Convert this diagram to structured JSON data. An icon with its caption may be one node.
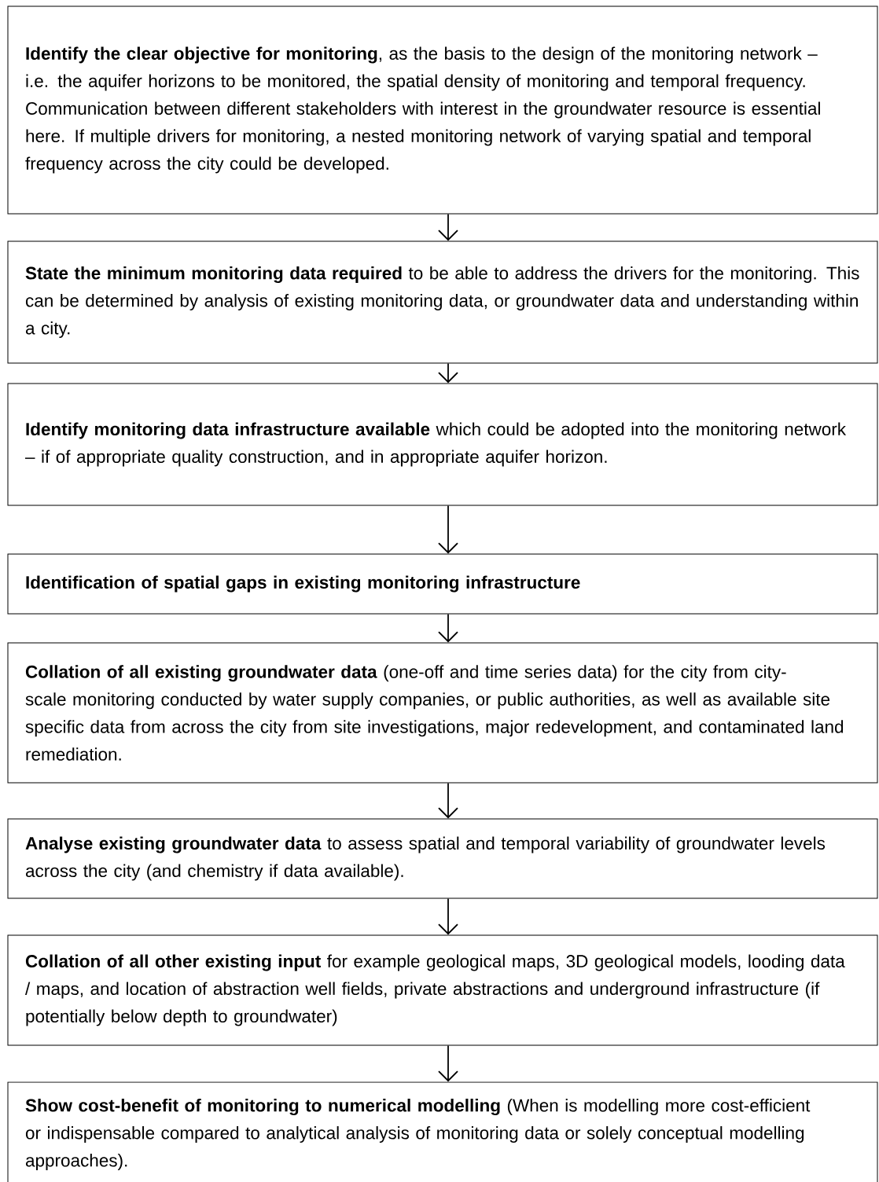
{
  "diagram": {
    "nodes": [
      {
        "text": [
          "**Identify the clear objective for monitoring**, as the basis to the design of the monitoring network – i.e. the aquifer horizons to be monitored, the spatial density of monitoring and temporal frequency.  Communication between different stakeholders with interest in the groundwater resource is essential here.  If multiple drivers for monitoring, a nested monitoring network of varying spatial and temporal frequency across the city could be developed."
        ]
      },
      {
        "text": [
          "**State the minimum monitoring data required** to be able to address the drivers for the monitoring. This can be determined by analysis of existing monitoring data, or groundwater data and understanding within a city."
        ]
      },
      {
        "text": [
          "**Identify monitoring data infrastructure available** which could be adopted into the monitoring network – if of appropriate quality construction, and in appropriate aquifer horizon."
        ]
      },
      {
        "text": [
          "Identification of spatial gaps in existing monitoring infrastructure"
        ]
      },
      {
        "text": [
          "**Collation of all existing groundwater data** (one-off and time series data) for the city from city-scale monitoring conducted by water supply companies, or public authorities, as well as available site specific data from across the city from site investigations, major redevelopment, and contaminated land remediation."
        ]
      },
      {
        "text": [
          "**Analyse existing groundwater data** to assess spatial and temporal variability of groundwater levels across the city (and chemistry if data available)."
        ]
      },
      {
        "text": [
          "**Collation of all other existing input** for example geological maps, 3D geological models, looding data / maps, and location of abstraction well fields, private abstractions and underground infrastructure (if potentially below depth to groundwater)"
        ]
      },
      {
        "text": [
          "**Show cost-benefit of monitoring to numerical modelling** (When is modelling more cost-efficient or indispensable compared to analytical analysis of monitoring data or solely conceptual modelling approaches)."
        ]
      }
    ],
    "edges": [
      {
        "from": 0,
        "to": 1,
        "arrow": "to"
      },
      {
        "from": 1,
        "to": 2,
        "arrow": "to"
      },
      {
        "from": 2,
        "to": 3,
        "arrow": "to"
      },
      {
        "from": 3,
        "to": 4,
        "arrow": "to"
      },
      {
        "from": 4,
        "to": 5,
        "arrow": "to"
      },
      {
        "from": 5,
        "to": 6,
        "arrow": "to"
      },
      {
        "from": 6,
        "to": 7,
        "arrow": "to"
      }
    ]
  }
}
